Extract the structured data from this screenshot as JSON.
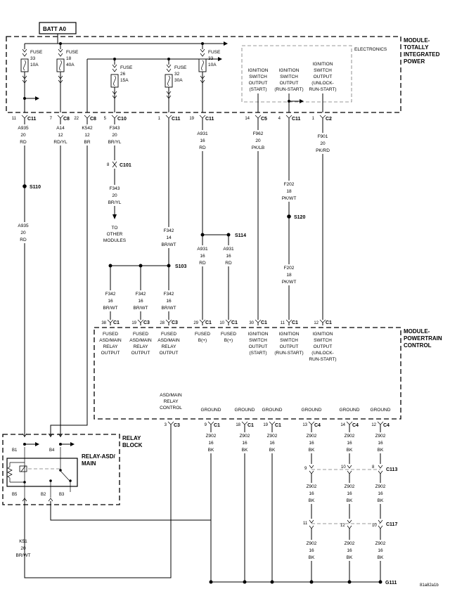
{
  "batt": "BATT A0",
  "modules": {
    "tipm": [
      "MODULE-",
      "TOTALLY",
      "INTEGRATED",
      "POWER"
    ],
    "electronics": "ELECTRONICS",
    "pcm": [
      "MODULE-",
      "POWERTRAIN",
      "CONTROL"
    ],
    "relay_block": [
      "RELAY",
      "BLOCK"
    ],
    "relay": [
      "RELAY-ASD/",
      "MAIN"
    ]
  },
  "fuses": [
    {
      "id": "fuse33a",
      "lines": [
        "FUSE",
        "33",
        "10A"
      ]
    },
    {
      "id": "fuse18",
      "lines": [
        "FUSE",
        "18",
        "40A"
      ]
    },
    {
      "id": "fuse26",
      "lines": [
        "FUSE",
        "26",
        "15A"
      ]
    },
    {
      "id": "fuse32",
      "lines": [
        "FUSE",
        "32",
        "30A"
      ]
    },
    {
      "id": "fuse33b",
      "lines": [
        "FUSE",
        "33",
        "10A"
      ]
    }
  ],
  "outputs_tipm": [
    [
      "IGNITION",
      "SWITCH",
      "OUTPUT",
      "(START)"
    ],
    [
      "IGNITION",
      "SWITCH",
      "OUTPUT",
      "(RUN-START)"
    ],
    [
      "IGNITION",
      "SWITCH",
      "OUTPUT",
      "(UNLOCK-",
      "RUN-START)"
    ]
  ],
  "tipm_conns": [
    {
      "pin": "11",
      "conn": "C11"
    },
    {
      "pin": "7",
      "conn": "C8"
    },
    {
      "pin": "22",
      "conn": "C8"
    },
    {
      "pin": "5",
      "conn": "C10"
    },
    {
      "pin": "1",
      "conn": "C11"
    },
    {
      "pin": "19",
      "conn": "C11"
    },
    {
      "pin": "14",
      "conn": "C5"
    },
    {
      "pin": "4",
      "conn": "C11"
    },
    {
      "pin": "1",
      "conn": "C2"
    }
  ],
  "wires": [
    [
      "A935",
      "20",
      "RD"
    ],
    [
      "A14",
      "12",
      "RD/YL"
    ],
    [
      "K542",
      "12",
      "BR"
    ],
    [
      "F343",
      "20",
      "BR/YL"
    ],
    [
      "A931",
      "16",
      "RD"
    ],
    [
      "F962",
      "20",
      "PK/LB"
    ],
    [
      "F901",
      "20",
      "PK/RD"
    ],
    [
      "F343",
      "20",
      "BR/YL"
    ],
    [
      "F202",
      "18",
      "PK/WT"
    ],
    [
      "A935",
      "20",
      "RD"
    ],
    [
      "F342",
      "14",
      "BR/WT"
    ],
    [
      "A931",
      "16",
      "RD"
    ],
    [
      "A931",
      "16",
      "RD"
    ],
    [
      "F202",
      "18",
      "PK/WT"
    ],
    [
      "F342",
      "16",
      "BR/WT"
    ],
    [
      "F342",
      "16",
      "BR/WT"
    ],
    [
      "F342",
      "16",
      "BR/WT"
    ],
    [
      "K51",
      "20",
      "BR/WT"
    ]
  ],
  "splices": [
    "S110",
    "S114",
    "S120",
    "S103"
  ],
  "inline": {
    "pin": "8",
    "conn": "C101"
  },
  "to_other": [
    "TO",
    "OTHER",
    "MODULES"
  ],
  "pcm_conns": [
    {
      "pin": "38",
      "conn": "C1"
    },
    {
      "pin": "19",
      "conn": "C3"
    },
    {
      "pin": "28",
      "conn": "C3"
    },
    {
      "pin": "29",
      "conn": "C1"
    },
    {
      "pin": "10",
      "conn": "C1"
    },
    {
      "pin": "30",
      "conn": "C1"
    },
    {
      "pin": "11",
      "conn": "C1"
    },
    {
      "pin": "12",
      "conn": "C1"
    }
  ],
  "pcm_labels": [
    [
      "FUSED",
      "ASD/MAIN",
      "RELAY",
      "OUTPUT"
    ],
    [
      "FUSED",
      "ASD/MAIN",
      "RELAY",
      "OUTPUT"
    ],
    [
      "FUSED",
      "ASD/MAIN",
      "RELAY",
      "OUTPUT"
    ],
    [
      "FUSED",
      "B(+)"
    ],
    [
      "FUSED",
      "B(+)"
    ],
    [
      "IGNITION",
      "SWITCH",
      "OUTPUT",
      "(START)"
    ],
    [
      "IGNITION",
      "SWITCH",
      "OUTPUT",
      "(RUN-START)"
    ],
    [
      "IGNITION",
      "SWITCH",
      "OUTPUT",
      "(UNLOCK-",
      "RUN-START)"
    ]
  ],
  "asd_control": [
    "ASD/MAIN",
    "RELAY",
    "CONTROL"
  ],
  "ground_label": "GROUND",
  "ground_conns": [
    {
      "pin": "3",
      "conn": "C3"
    },
    {
      "pin": "9",
      "conn": "C1"
    },
    {
      "pin": "18",
      "conn": "C1"
    },
    {
      "pin": "19",
      "conn": "C1"
    },
    {
      "pin": "13",
      "conn": "C4"
    },
    {
      "pin": "14",
      "conn": "C4"
    },
    {
      "pin": "12",
      "conn": "C4"
    }
  ],
  "ground_wire": [
    "Z902",
    "16",
    "BK"
  ],
  "c113": {
    "conn": "C113",
    "pins": [
      "9",
      "10",
      "8"
    ]
  },
  "c117": {
    "conn": "C117",
    "pins": [
      "11",
      "12",
      "10"
    ]
  },
  "g111": "G111",
  "relay_pins": [
    "B1",
    "B4",
    "B5",
    "B2",
    "B3"
  ],
  "code": "81a82a1b"
}
